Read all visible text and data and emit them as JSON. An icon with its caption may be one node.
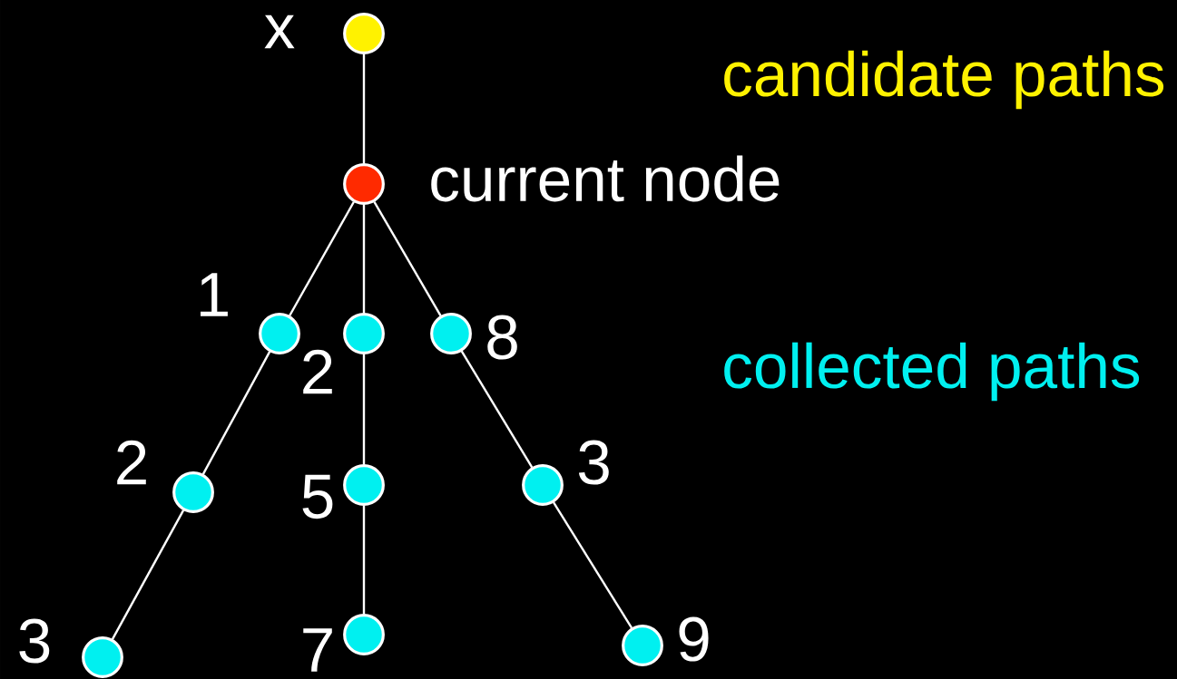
{
  "diagram": {
    "nodes": [
      {
        "text": [],
        "shape": "circle",
        "beside": [
          "x"
        ]
      },
      {
        "text": [],
        "shape": "circle",
        "beside": [
          "current node"
        ]
      },
      {
        "text": [],
        "shape": "circle",
        "beside": [
          "1"
        ]
      },
      {
        "text": [],
        "shape": "circle",
        "beside": [
          "2"
        ]
      },
      {
        "text": [],
        "shape": "circle",
        "beside": [
          "8"
        ]
      },
      {
        "text": [],
        "shape": "circle",
        "beside": [
          "2"
        ]
      },
      {
        "text": [],
        "shape": "circle",
        "beside": [
          "5"
        ]
      },
      {
        "text": [],
        "shape": "circle",
        "beside": [
          "3"
        ]
      },
      {
        "text": [],
        "shape": "circle",
        "beside": [
          "3"
        ]
      },
      {
        "text": [],
        "shape": "circle",
        "beside": [
          "7"
        ]
      },
      {
        "text": [],
        "shape": "circle",
        "beside": [
          "9"
        ]
      }
    ],
    "edges": [
      {
        "from": 0,
        "to": 1,
        "arrow": "none"
      },
      {
        "from": 1,
        "to": 2,
        "arrow": "none"
      },
      {
        "from": 1,
        "to": 3,
        "arrow": "none"
      },
      {
        "from": 1,
        "to": 4,
        "arrow": "none"
      },
      {
        "from": 2,
        "to": 5,
        "arrow": "none"
      },
      {
        "from": 5,
        "to": 8,
        "arrow": "none"
      },
      {
        "from": 3,
        "to": 6,
        "arrow": "none"
      },
      {
        "from": 6,
        "to": 9,
        "arrow": "none"
      },
      {
        "from": 4,
        "to": 7,
        "arrow": "none"
      },
      {
        "from": 7,
        "to": 10,
        "arrow": "none"
      }
    ],
    "labels": [
      "candidate paths",
      "collected paths"
    ]
  }
}
